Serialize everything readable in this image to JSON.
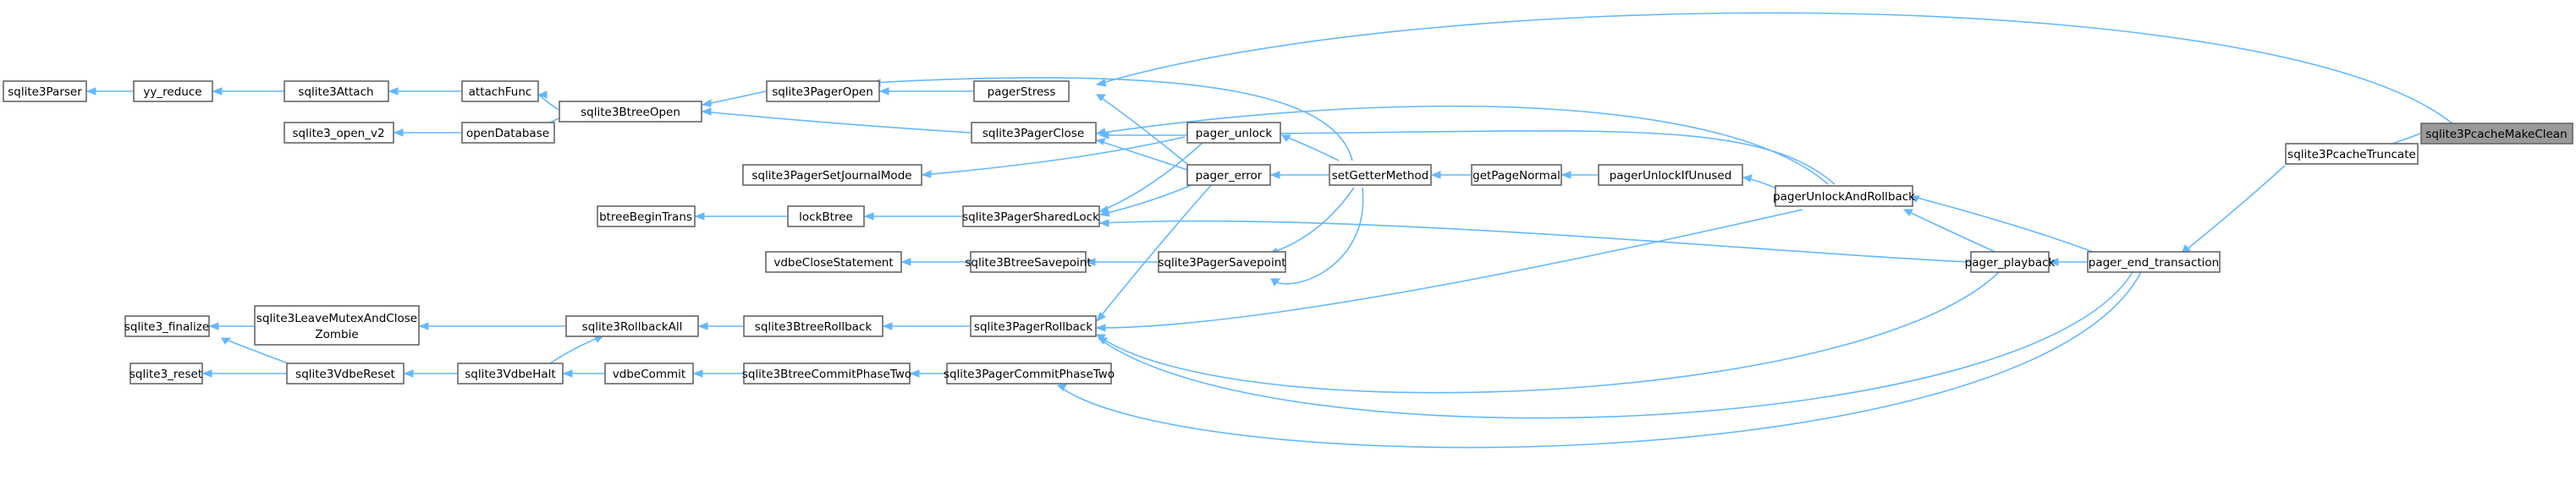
{
  "nodes": {
    "sqlite3Parser": "sqlite3Parser",
    "yy_reduce": "yy_reduce",
    "sqlite3Attach": "sqlite3Attach",
    "attachFunc": "attachFunc",
    "sqlite3BtreeOpen": "sqlite3BtreeOpen",
    "sqlite3_open_v2": "sqlite3_open_v2",
    "openDatabase": "openDatabase",
    "sqlite3PagerOpen": "sqlite3PagerOpen",
    "pagerStress": "pagerStress",
    "sqlite3PagerClose": "sqlite3PagerClose",
    "sqlite3PagerSetJournalMode": "sqlite3PagerSetJournalMode",
    "pager_unlock": "pager_unlock",
    "pager_error": "pager_error",
    "setGetterMethod": "setGetterMethod",
    "getPageNormal": "getPageNormal",
    "pagerUnlockIfUnused": "pagerUnlockIfUnused",
    "pagerUnlockAndRollback": "pagerUnlockAndRollback",
    "btreeBeginTrans": "btreeBeginTrans",
    "lockBtree": "lockBtree",
    "sqlite3PagerSharedLock": "sqlite3PagerSharedLock",
    "vdbeCloseStatement": "vdbeCloseStatement",
    "sqlite3BtreeSavepoint": "sqlite3BtreeSavepoint",
    "sqlite3PagerSavepoint": "sqlite3PagerSavepoint",
    "sqlite3_finalize": "sqlite3_finalize",
    "sqlite3LeaveMutexAndCloseZombie_1": "sqlite3LeaveMutexAndClose",
    "sqlite3LeaveMutexAndCloseZombie_2": "Zombie",
    "sqlite3RollbackAll": "sqlite3RollbackAll",
    "sqlite3BtreeRollback": "sqlite3BtreeRollback",
    "sqlite3PagerRollback": "sqlite3PagerRollback",
    "sqlite3_reset": "sqlite3_reset",
    "sqlite3VdbeReset": "sqlite3VdbeReset",
    "sqlite3VdbeHalt": "sqlite3VdbeHalt",
    "vdbeCommit": "vdbeCommit",
    "sqlite3BtreeCommitPhaseTwo": "sqlite3BtreeCommitPhaseTwo",
    "sqlite3PagerCommitPhaseTwo": "sqlite3PagerCommitPhaseTwo",
    "pager_playback": "pager_playback",
    "pager_end_transaction": "pager_end_transaction",
    "sqlite3PcacheTruncate": "sqlite3PcacheTruncate",
    "sqlite3PcacheMakeClean": "sqlite3PcacheMakeClean"
  },
  "colors": {
    "edge": "#63b8ff",
    "node_border": "#666666",
    "node_fill": "#ffffff",
    "highlight_fill": "#999999"
  }
}
